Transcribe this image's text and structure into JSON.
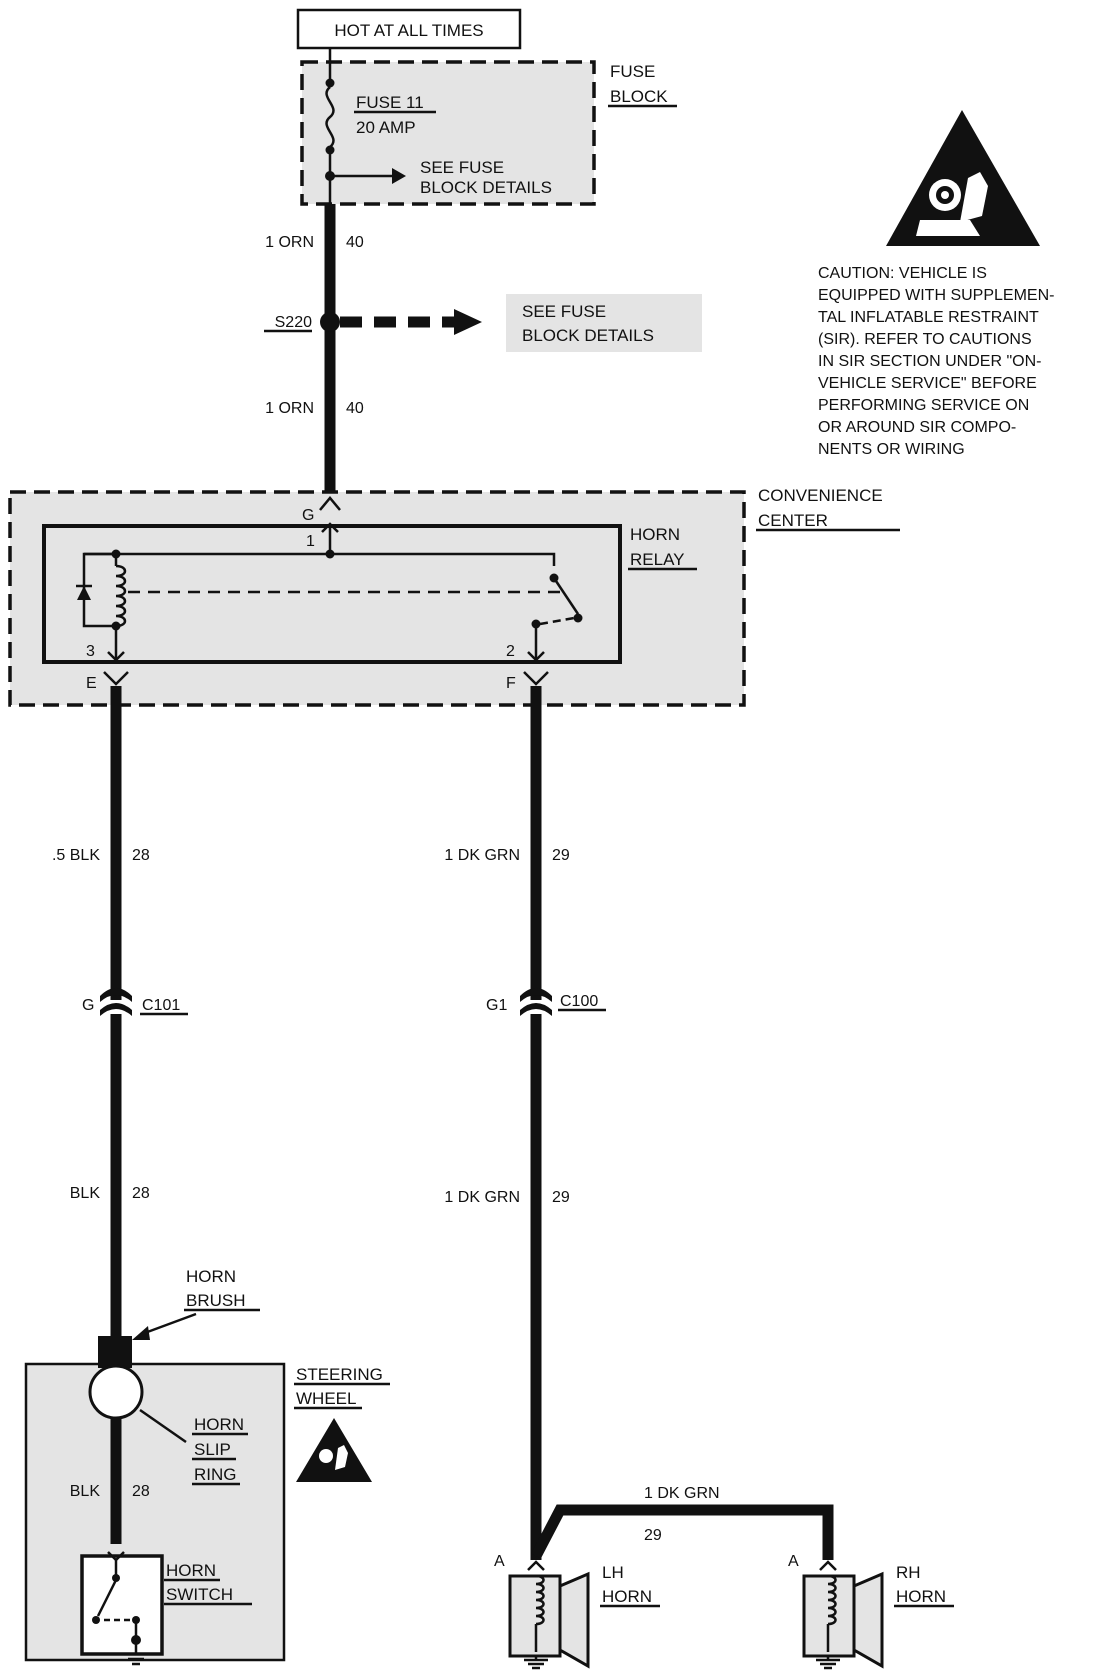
{
  "power": {
    "label": "HOT AT ALL TIMES"
  },
  "fuse_block": {
    "name_line1": "FUSE",
    "name_line2": "BLOCK",
    "fuse_line1": "FUSE 11",
    "fuse_line2": "20 AMP",
    "see_line1": "SEE FUSE",
    "see_line2": "BLOCK DETAILS"
  },
  "caution": {
    "lines": [
      "CAUTION: VEHICLE IS",
      "EQUIPPED WITH SUPPLEMEN-",
      "TAL INFLATABLE RESTRAINT",
      "(SIR). REFER TO CAUTIONS",
      "IN SIR SECTION UNDER \"ON-",
      "VEHICLE SERVICE\" BEFORE",
      "PERFORMING SERVICE ON",
      "OR AROUND SIR COMPO-",
      "NENTS OR WIRING"
    ]
  },
  "wires": {
    "top1": {
      "color": "1 ORN",
      "circuit": "40"
    },
    "top2": {
      "color": "1 ORN",
      "circuit": "40"
    },
    "left1": {
      "color": ".5 BLK",
      "circuit": "28"
    },
    "left2": {
      "color": "BLK",
      "circuit": "28"
    },
    "left3": {
      "color": "BLK",
      "circuit": "28"
    },
    "right1": {
      "color": "1 DK GRN",
      "circuit": "29"
    },
    "right2": {
      "color": "1 DK GRN",
      "circuit": "29"
    },
    "right3": {
      "color": "1 DK GRN",
      "circuit": "29"
    }
  },
  "splice": {
    "name": "S220",
    "see_line1": "SEE FUSE",
    "see_line2": "BLOCK DETAILS"
  },
  "convenience_center": {
    "name_line1": "CONVENIENCE",
    "name_line2": "CENTER",
    "pin_g": "G",
    "pin_e": "E",
    "pin_f": "F"
  },
  "horn_relay": {
    "name_line1": "HORN",
    "name_line2": "RELAY",
    "term1": "1",
    "term2": "2",
    "term3": "3"
  },
  "connectors": {
    "c101": {
      "pin": "G",
      "name": "C101"
    },
    "c100": {
      "pin": "G1",
      "name": "C100"
    }
  },
  "horn_brush": {
    "line1": "HORN",
    "line2": "BRUSH"
  },
  "steering_wheel": {
    "name_line1": "STEERING",
    "name_line2": "WHEEL",
    "slip_line1": "HORN",
    "slip_line2": "SLIP",
    "slip_line3": "RING",
    "switch_line1": "HORN",
    "switch_line2": "SWITCH"
  },
  "horns": {
    "lh": {
      "pin": "A",
      "line1": "LH",
      "line2": "HORN"
    },
    "rh": {
      "pin": "A",
      "line1": "RH",
      "line2": "HORN"
    }
  }
}
